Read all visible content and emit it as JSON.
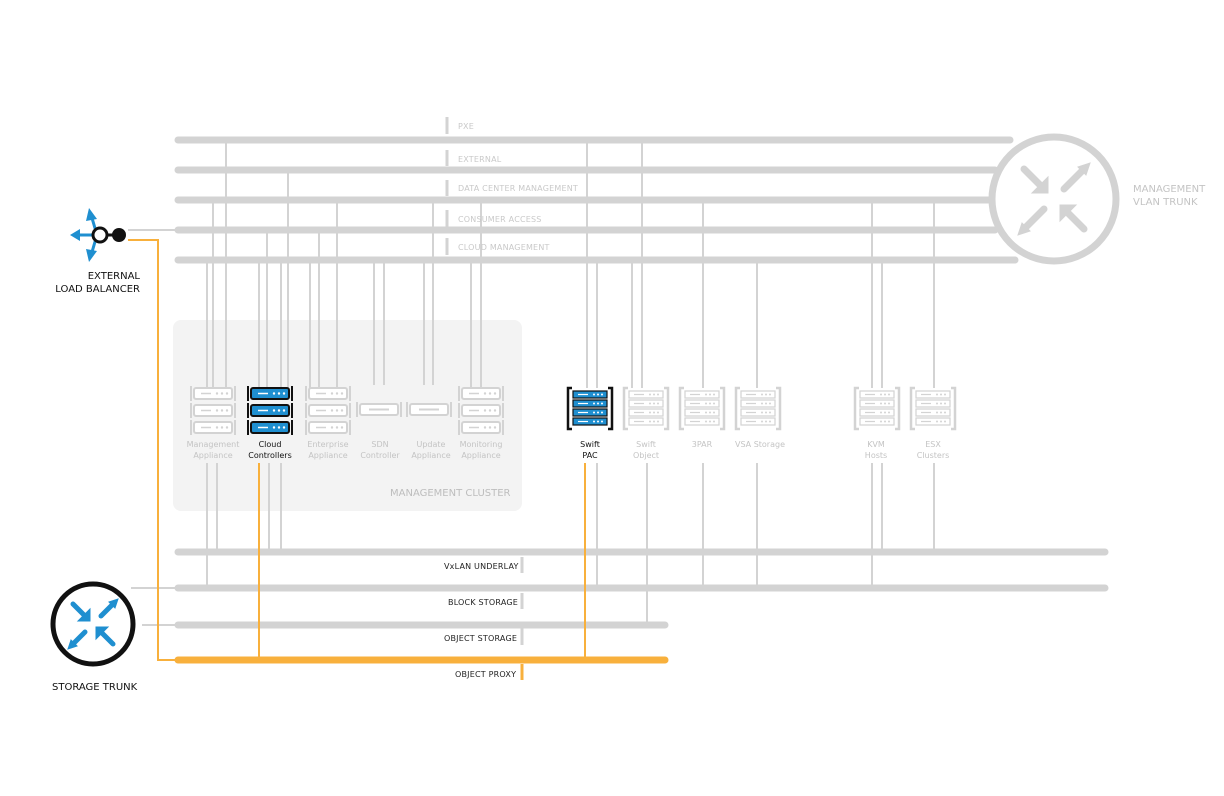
{
  "top_networks": [
    "PXE",
    "EXTERNAL",
    "DATA CENTER MANAGEMENT",
    "CONSUMER ACCESS",
    "CLOUD MANAGEMENT"
  ],
  "bottom_networks": [
    "VxLAN UNDERLAY",
    "BLOCK STORAGE",
    "OBJECT STORAGE",
    "OBJECT PROXY"
  ],
  "load_balancer": {
    "line1": "EXTERNAL",
    "line2": "LOAD BALANCER"
  },
  "storage_trunk": {
    "label": "STORAGE TRUNK"
  },
  "mgmt_trunk": {
    "line1": "MANAGEMENT",
    "line2": "VLAN TRUNK"
  },
  "cluster": {
    "label": "MANAGEMENT CLUSTER"
  },
  "devices": {
    "management_appliance": {
      "line1": "Management",
      "line2": "Appliance",
      "highlighted": false
    },
    "cloud_controllers": {
      "line1": "Cloud",
      "line2": "Controllers",
      "highlighted": true
    },
    "enterprise_appliance": {
      "line1": "Enterprise",
      "line2": "Appliance",
      "highlighted": false
    },
    "sdn_controller": {
      "line1": "SDN",
      "line2": "Controller",
      "highlighted": false
    },
    "update_appliance": {
      "line1": "Update",
      "line2": "Appliance",
      "highlighted": false
    },
    "monitoring_appliance": {
      "line1": "Monitoring",
      "line2": "Appliance",
      "highlighted": false
    },
    "swift_pac": {
      "line1": "Swift",
      "line2": "PAC",
      "highlighted": true
    },
    "swift_object": {
      "line1": "Swift",
      "line2": "Object",
      "highlighted": false
    },
    "three_par": {
      "line1": "3PAR",
      "line2": "",
      "highlighted": false
    },
    "vsa_storage": {
      "line1": "VSA Storage",
      "line2": "",
      "highlighted": false
    },
    "kvm_hosts": {
      "line1": "KVM",
      "line2": "Hosts",
      "highlighted": false
    },
    "esx_clusters": {
      "line1": "ESX",
      "line2": "Clusters",
      "highlighted": false
    }
  },
  "colors": {
    "grey_line": "#d3d3d3",
    "orange": "#f8b03c",
    "blue": "#1f8fd0",
    "black": "#111111"
  }
}
